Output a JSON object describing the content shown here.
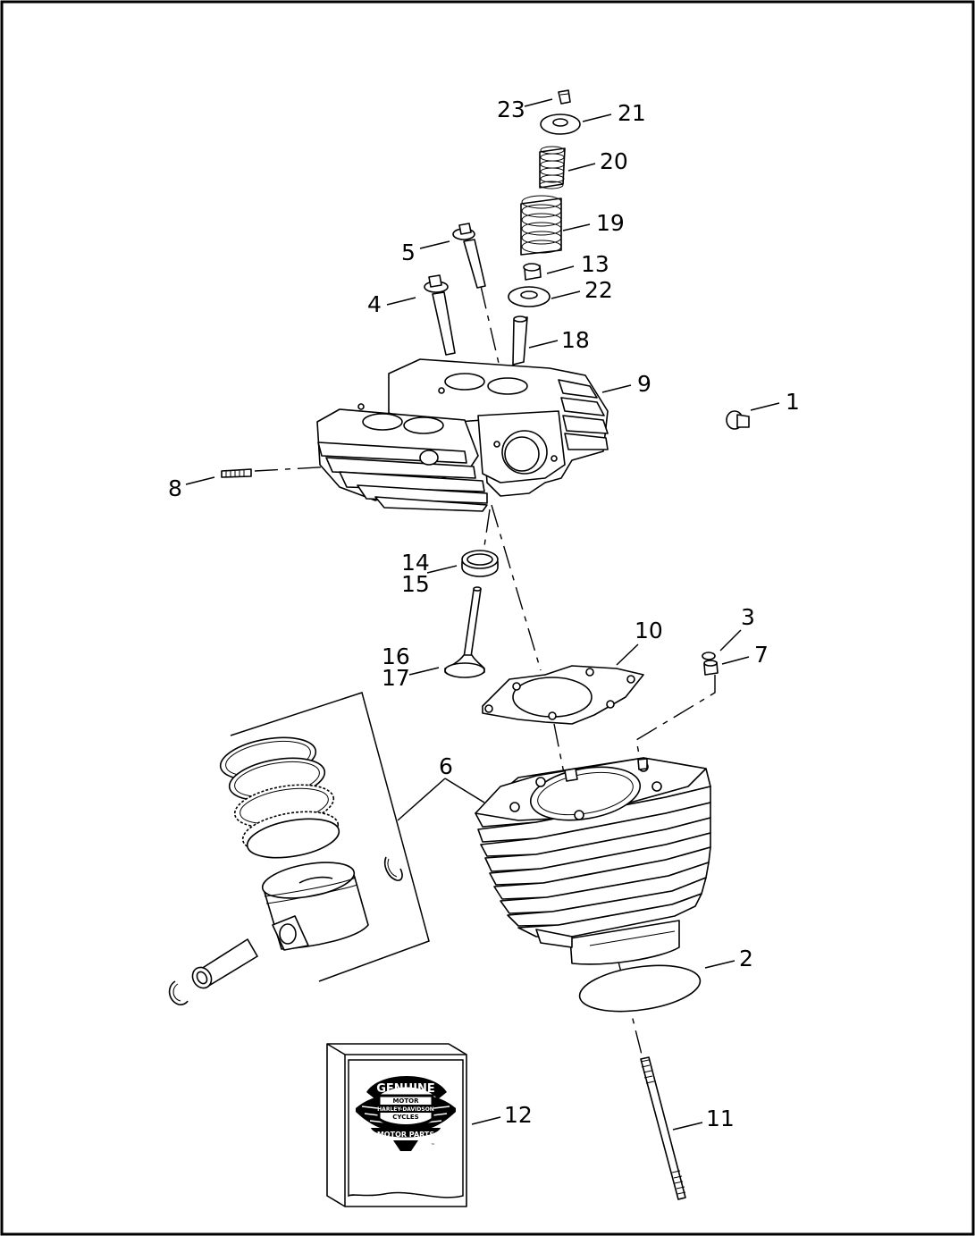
{
  "callouts": [
    {
      "id": "c1",
      "text": "1"
    },
    {
      "id": "c2",
      "text": "2"
    },
    {
      "id": "c3",
      "text": "3"
    },
    {
      "id": "c4",
      "text": "4"
    },
    {
      "id": "c5",
      "text": "5"
    },
    {
      "id": "c6",
      "text": "6"
    },
    {
      "id": "c7",
      "text": "7"
    },
    {
      "id": "c8",
      "text": "8"
    },
    {
      "id": "c9",
      "text": "9"
    },
    {
      "id": "c10",
      "text": "10"
    },
    {
      "id": "c11",
      "text": "11"
    },
    {
      "id": "c12",
      "text": "12"
    },
    {
      "id": "c13",
      "text": "13"
    },
    {
      "id": "c14",
      "text": "14"
    },
    {
      "id": "c15",
      "text": "15"
    },
    {
      "id": "c16",
      "text": "16"
    },
    {
      "id": "c17",
      "text": "17"
    },
    {
      "id": "c18",
      "text": "18"
    },
    {
      "id": "c19",
      "text": "19"
    },
    {
      "id": "c20",
      "text": "20"
    },
    {
      "id": "c21",
      "text": "21"
    },
    {
      "id": "c22",
      "text": "22"
    },
    {
      "id": "c23",
      "text": "23"
    }
  ],
  "logo": {
    "top_word": "GENUINE",
    "brand_line_1": "MOTOR",
    "brand_line_2": "HARLEY-DAVIDSON",
    "brand_line_3": "CYCLES",
    "bottom_word": "MOTOR PARTS",
    "trademark": "™"
  },
  "colors": {
    "ink": "#000000",
    "paper": "#ffffff"
  }
}
